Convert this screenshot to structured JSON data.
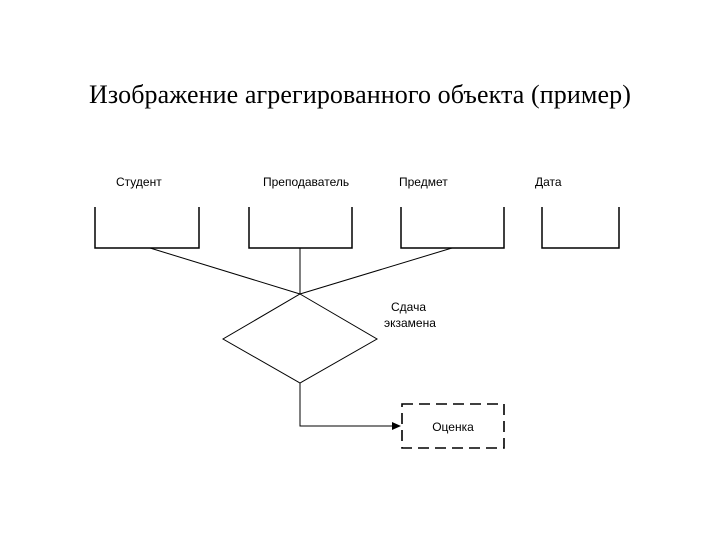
{
  "title": "Изображение агрегированного объекта (пример)",
  "entities": [
    {
      "label": "Студент"
    },
    {
      "label": "Преподаватель"
    },
    {
      "label": "Предмет"
    },
    {
      "label": "Дата"
    }
  ],
  "relationship": {
    "label_line1": "Сдача",
    "label_line2": "экзамена"
  },
  "result": {
    "label": "Оценка"
  }
}
